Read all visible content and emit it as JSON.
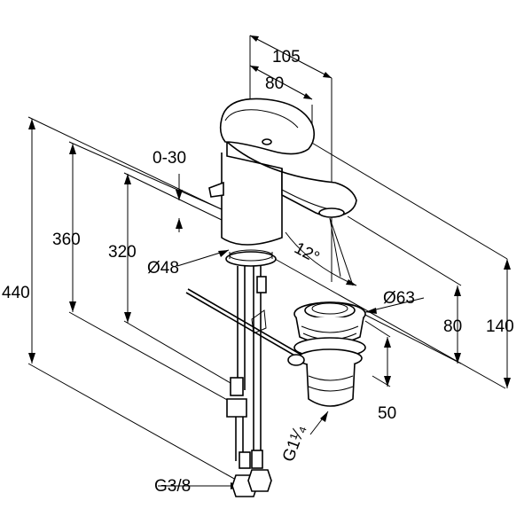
{
  "drawing": {
    "product": "Basin mixer tap with pop-up waste",
    "dimensions": {
      "spout_reach": "105",
      "lever_reach": "80",
      "lever_offset": "0-30",
      "total_height": "440",
      "height_360": "360",
      "height_320": "320",
      "body_diameter": "Ø48",
      "angle": "12°",
      "waste_diameter": "Ø63",
      "spout_height_80": "80",
      "spout_height_140": "140",
      "waste_depth": "50",
      "waste_thread": "G1¹⁄₄",
      "hose_thread": "G3/8"
    }
  }
}
